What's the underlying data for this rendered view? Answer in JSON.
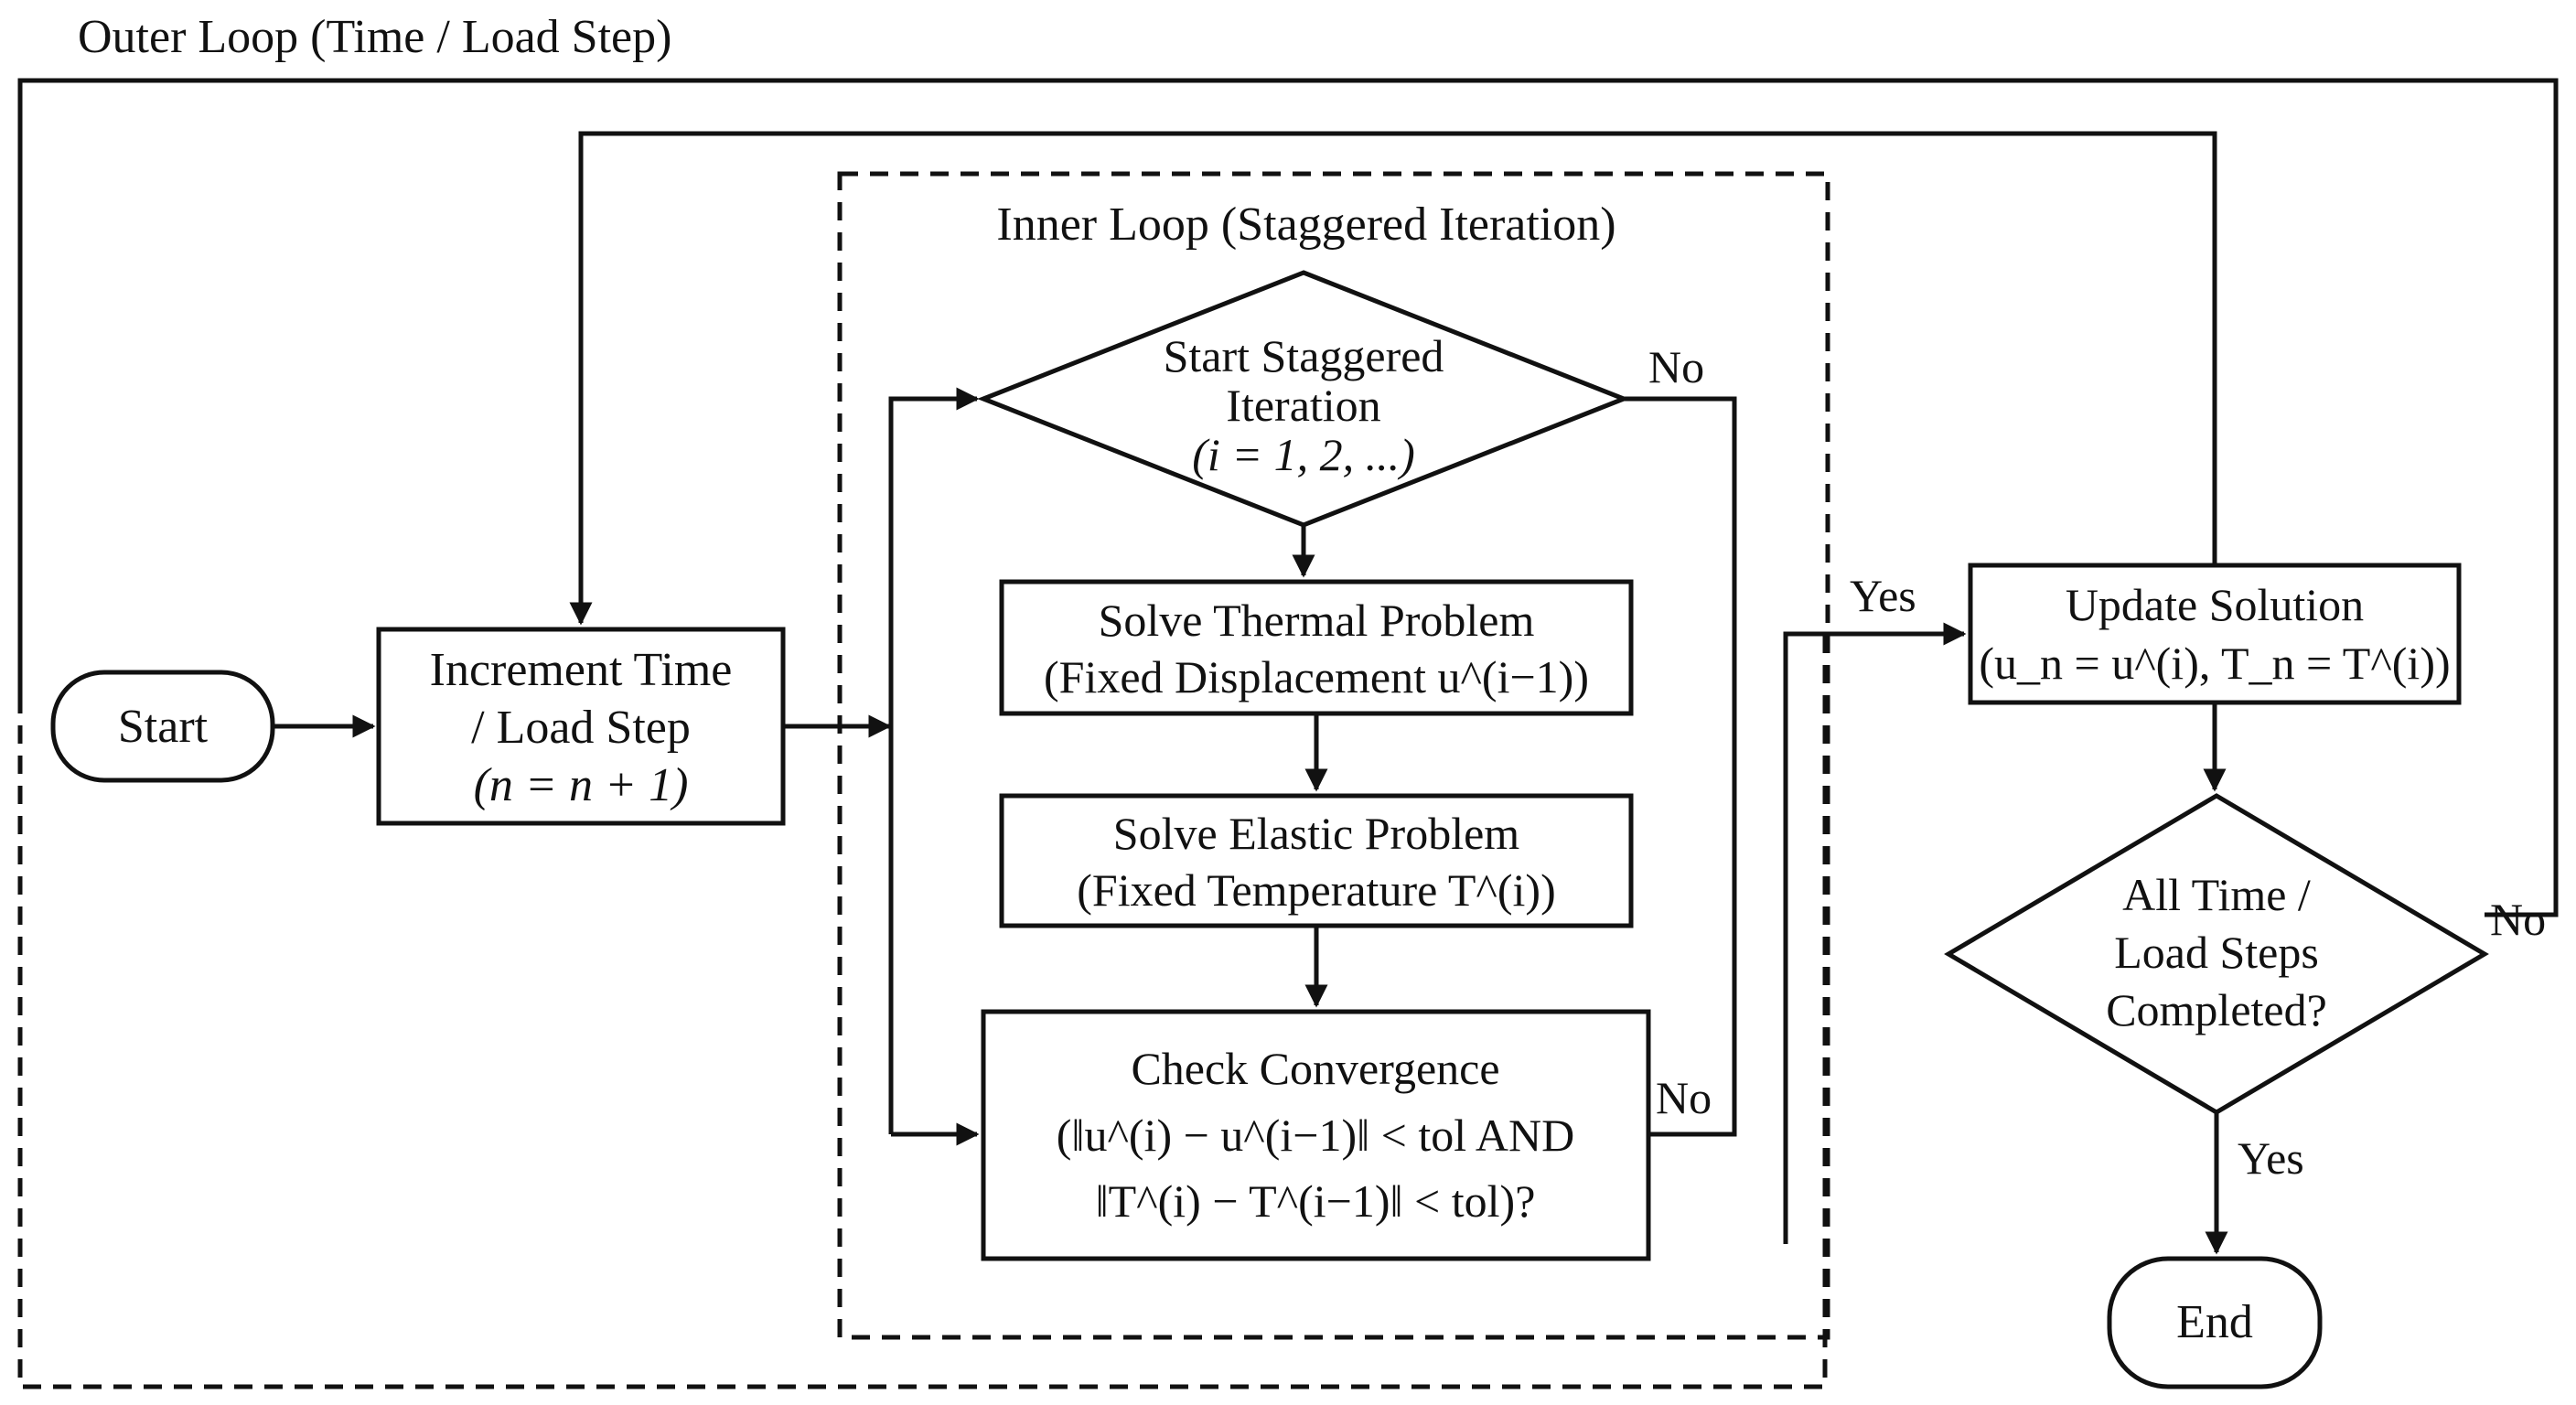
{
  "loops": {
    "outer_title": "Outer Loop (Time / Load Step)",
    "inner_title": "Inner Loop (Staggered Iteration)"
  },
  "nodes": {
    "start": {
      "label": "Start"
    },
    "increment": {
      "line1": "Increment Time",
      "line2": "/ Load Step",
      "line3": "(n = n + 1)"
    },
    "stagger": {
      "line1": "Start Staggered",
      "line2": "Iteration",
      "line3": "(i = 1, 2, ...)"
    },
    "thermal": {
      "line1": "Solve Thermal Problem",
      "line2": "(Fixed Displacement u^(i−1))"
    },
    "elastic": {
      "line1": "Solve Elastic Problem",
      "line2": "(Fixed Temperature T^(i))"
    },
    "convergence": {
      "line1": "Check Convergence",
      "line2": "(‖u^(i) − u^(i−1)‖ < tol AND",
      "line3": "‖T^(i) − T^(i−1)‖ < tol)?"
    },
    "update": {
      "line1": "Update Solution",
      "line2": "(u_n = u^(i), T_n = T^(i))"
    },
    "all_done": {
      "line1": "All Time /",
      "line2": "Load Steps",
      "line3": "Completed?"
    },
    "end": {
      "label": "End"
    }
  },
  "edges": {
    "stagger_no": "No",
    "convergence_no": "No",
    "convergence_yes": "Yes",
    "all_done_no": "No",
    "all_done_yes": "Yes"
  }
}
